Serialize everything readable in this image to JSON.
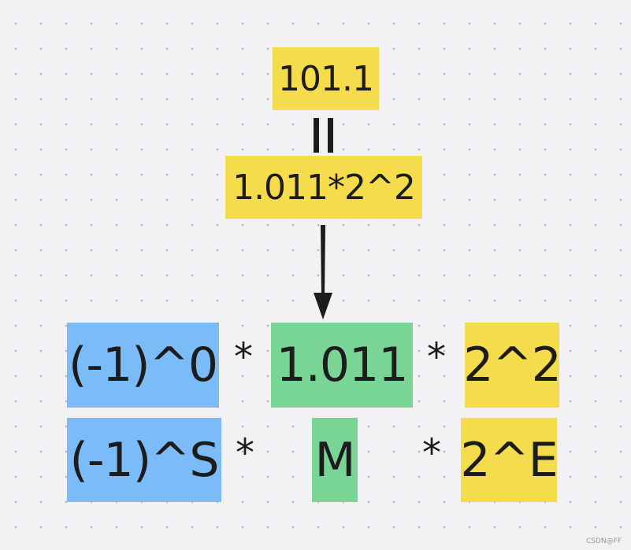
{
  "top": {
    "value": "101.1",
    "equals": "||",
    "normalized": "1.011*2^2"
  },
  "row1": {
    "sign": "(-1)^0",
    "op1": "*",
    "mantissa": "1.011",
    "op2": "*",
    "exponent": "2^2"
  },
  "row2": {
    "sign": "(-1)^S",
    "op1": "*",
    "mantissa": "M",
    "op2": "*",
    "exponent": "2^E"
  },
  "watermark": "CSDN@FF",
  "colors": {
    "yellow": "#f5dc4d",
    "blue": "#7bbcf8",
    "green": "#79d596",
    "background": "#f2f2f5"
  }
}
